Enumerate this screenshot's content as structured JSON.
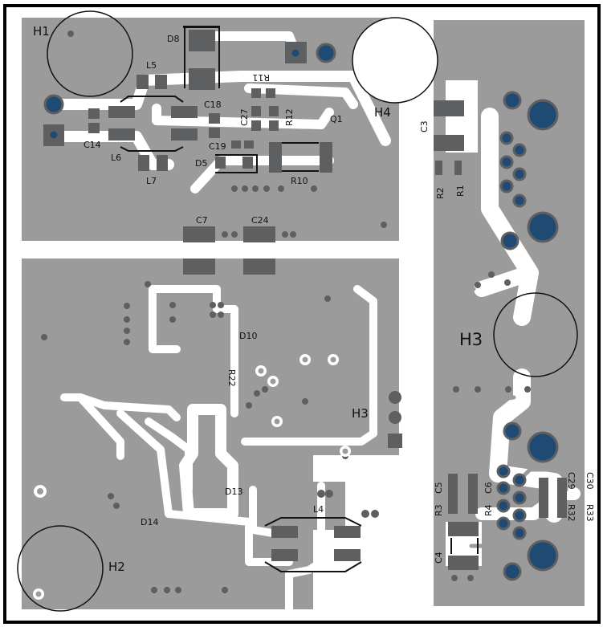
{
  "board": {
    "colors": {
      "copper_pour": "#9b9b9b",
      "pad": "#5e5f61",
      "through_hole": "#1f4a74",
      "clearance": "#ffffff",
      "silkscreen": "#111111"
    },
    "mounting_holes": {
      "h1": "H1",
      "h2": "H2",
      "h3": "H3",
      "h4": "H4"
    },
    "connector_label": "H3",
    "designators": {
      "d8": "D8",
      "l5": "L5",
      "r11": "R11",
      "c18": "C18",
      "c27": "C27",
      "r12": "R12",
      "q1": "Q1",
      "c14": "C14",
      "l6": "L6",
      "c19": "C19",
      "d5": "D5",
      "l7": "L7",
      "r10": "R10",
      "c7": "C7",
      "c24": "C24",
      "c3": "C3",
      "r2": "R2",
      "r1": "R1",
      "d10": "D10",
      "r22": "R22",
      "d13": "D13",
      "l4": "L4",
      "d14": "D14",
      "c5": "C5",
      "c6": "C6",
      "r3": "R3",
      "r4": "R4",
      "c29": "C29",
      "c30": "C30",
      "r32": "R32",
      "r33": "R33",
      "c4": "C4"
    }
  }
}
